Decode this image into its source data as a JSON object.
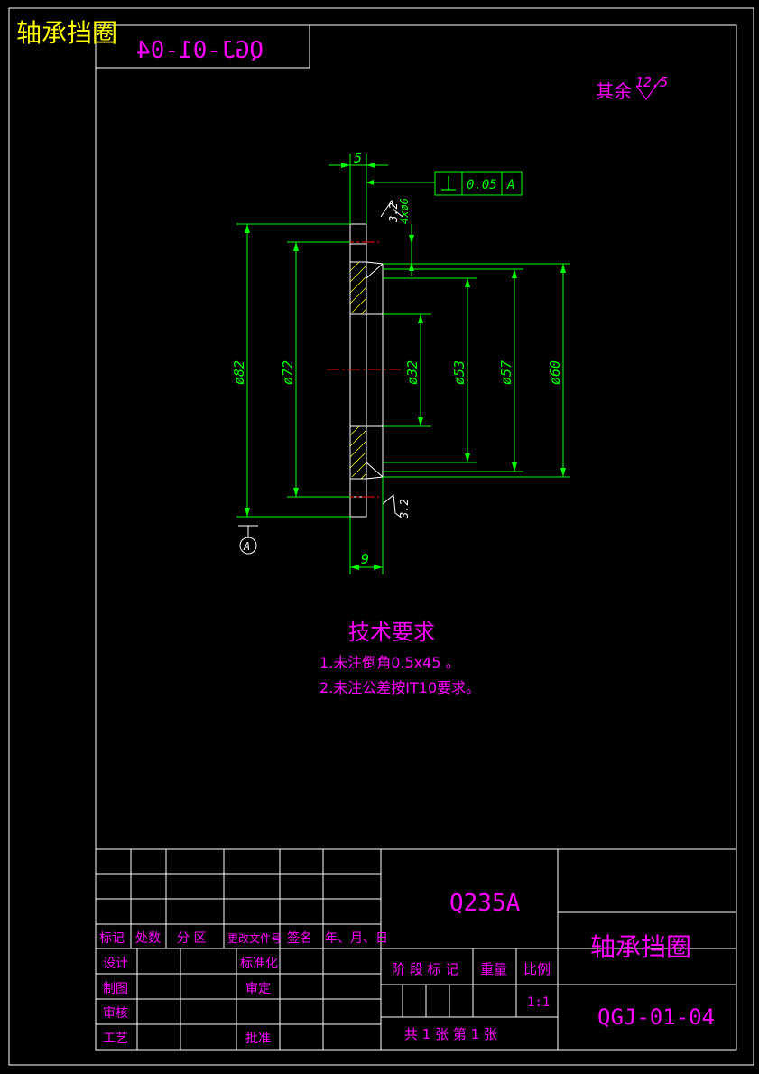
{
  "colors": {
    "background": "#000000",
    "frame": "#ffffff",
    "dimension": "#00ff00",
    "text": "#ff00ff",
    "centerline": "#ff0000",
    "title": "#ffff00"
  },
  "top_title": "轴承挡圈",
  "mirrored_code": "QGJ-01-04",
  "roughness_note": {
    "prefix": "其余",
    "value": "12.5"
  },
  "dimensions": {
    "width_top": "5",
    "width_bottom": "9",
    "holes": "4xø6",
    "d82": "ø82",
    "d72": "ø72",
    "d32": "ø32",
    "d53": "ø53",
    "d57": "ø57",
    "d60": "ø60",
    "roughness_1": "3.2",
    "roughness_2": "3.2",
    "tol_value": "0.05",
    "tol_datum": "A",
    "datum_label": "A"
  },
  "tech_req": {
    "title": "技术要求",
    "items": [
      "1.未注倒角0.5x45 。",
      "2.未注公差按IT10要求。"
    ]
  },
  "title_block": {
    "material": "Q235A",
    "part_name": "轴承挡圈",
    "drawing_no": "QGJ-01-04",
    "rev_headers": [
      "标记",
      "处数",
      "分 区",
      "更改文件号",
      "签名",
      "年、月、日"
    ],
    "sign_left": [
      "设计",
      "制图",
      "审核",
      "工艺"
    ],
    "sign_right": [
      "标准化",
      "审定",
      "批准"
    ],
    "stage_label": "阶 段 标 记",
    "weight_label": "重量",
    "scale_label": "比例",
    "scale_value": "1:1",
    "sheet_info": "共 1 张 第 1 张"
  }
}
